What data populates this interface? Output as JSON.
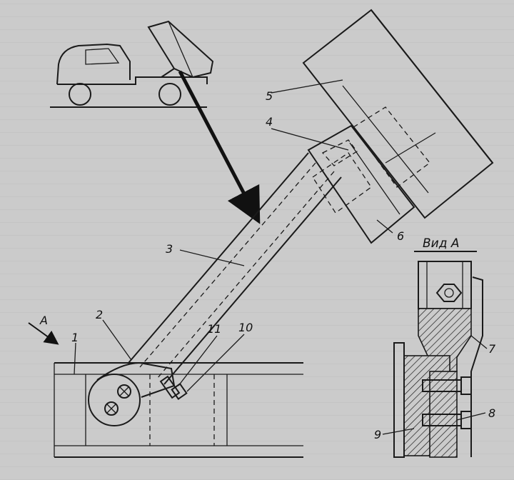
{
  "labels": {
    "l1": "1",
    "l2": "2",
    "l3": "3",
    "l4": "4",
    "l5": "5",
    "l6": "6",
    "l7": "7",
    "l8": "8",
    "l9": "9",
    "l10": "10",
    "l11": "11",
    "arrowA": "A",
    "viewA": "Вид А"
  },
  "colors": {
    "paper": "#cbcbcb",
    "ink": "#1a1a1a"
  }
}
